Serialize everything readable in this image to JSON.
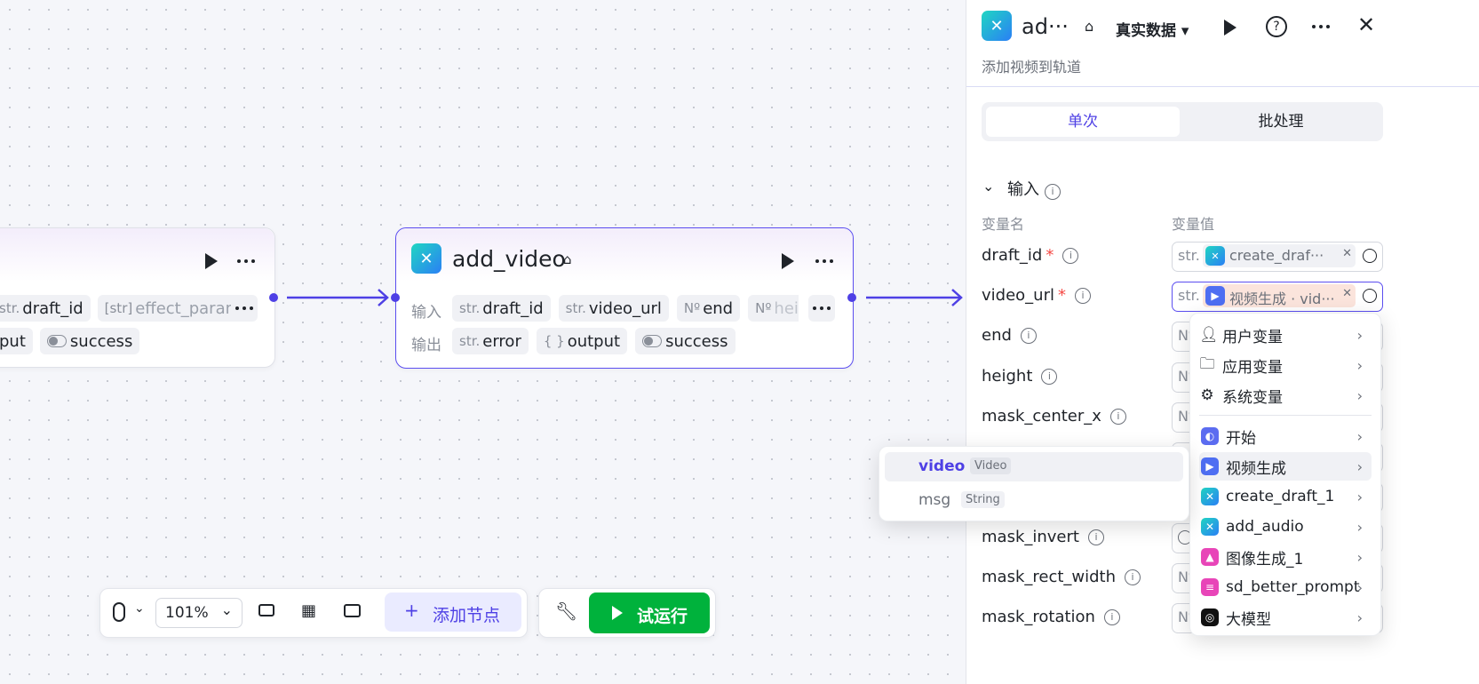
{
  "canvas": {
    "left_node": {
      "inputs": [
        {
          "type": "str.",
          "name": "draft_id"
        },
        {
          "type": "[str]",
          "name": "effect_param"
        }
      ],
      "outputs": [
        {
          "type": "",
          "name": "put"
        },
        {
          "type": "toggle",
          "name": "success"
        }
      ]
    },
    "main_node": {
      "title": "add_video",
      "input_label": "输入",
      "output_label": "输出",
      "inputs": [
        {
          "type": "str.",
          "name": "draft_id"
        },
        {
          "type": "str.",
          "name": "video_url"
        },
        {
          "type": "Nº",
          "name": "end"
        },
        {
          "type": "Nº",
          "name": "heig"
        }
      ],
      "outputs": [
        {
          "type": "str.",
          "name": "error"
        },
        {
          "type": "{ }",
          "name": "output"
        },
        {
          "type": "toggle",
          "name": "success"
        }
      ]
    }
  },
  "toolbar": {
    "zoom": "101%",
    "add_node": "添加节点",
    "test_run": "试运行"
  },
  "panel": {
    "title": "ad···",
    "data_mode": "真实数据",
    "subtitle": "添加视频到轨道",
    "tabs": [
      {
        "label": "单次",
        "active": true
      },
      {
        "label": "批处理",
        "active": false
      }
    ],
    "section_title": "输入",
    "col_name": "变量名",
    "col_value": "变量值",
    "rows": [
      {
        "name": "draft_id",
        "required": true,
        "type": "str.",
        "value": "create_draf···",
        "value_sep": "·"
      },
      {
        "name": "video_url",
        "required": true,
        "type": "str.",
        "value": "视频生成 · vid···",
        "value_sep": ""
      },
      {
        "name": "end",
        "required": false,
        "type": "Nº"
      },
      {
        "name": "height",
        "required": false,
        "type": "Nº"
      },
      {
        "name": "mask_center_x",
        "required": false,
        "type": "Nº"
      },
      {
        "name": "mask_invert",
        "required": false,
        "type": ""
      },
      {
        "name": "mask_rect_width",
        "required": false,
        "type": "Nº"
      },
      {
        "name": "mask_rotation",
        "required": false,
        "type": "Nº"
      }
    ]
  },
  "var_menu": {
    "items": [
      {
        "label": "用户变量",
        "icon": "user-icon"
      },
      {
        "label": "应用变量",
        "icon": "folder-icon"
      },
      {
        "label": "系统变量",
        "icon": "gear-icon"
      },
      {
        "label": "开始",
        "icon": "start-icon",
        "color": "#5b6cf0"
      },
      {
        "label": "视频生成",
        "icon": "video-gen-icon",
        "color": "#4e6ef2"
      },
      {
        "label": "create_draft_1",
        "icon": "capcut-icon"
      },
      {
        "label": "add_audio",
        "icon": "capcut-icon"
      },
      {
        "label": "图像生成_1",
        "icon": "image-gen-icon",
        "color": "#e845b8"
      },
      {
        "label": "sd_better_prompt",
        "icon": "prompt-icon",
        "color": "#e845b8"
      },
      {
        "label": "大模型",
        "icon": "llm-icon",
        "color": "#111111"
      }
    ]
  },
  "submenu": {
    "items": [
      {
        "name": "video",
        "type": "Video"
      },
      {
        "name": "msg",
        "type": "String"
      }
    ]
  },
  "colors": {
    "accent": "#4e40e5",
    "run": "#00b23c",
    "brand_teal": "#20d6c2"
  }
}
